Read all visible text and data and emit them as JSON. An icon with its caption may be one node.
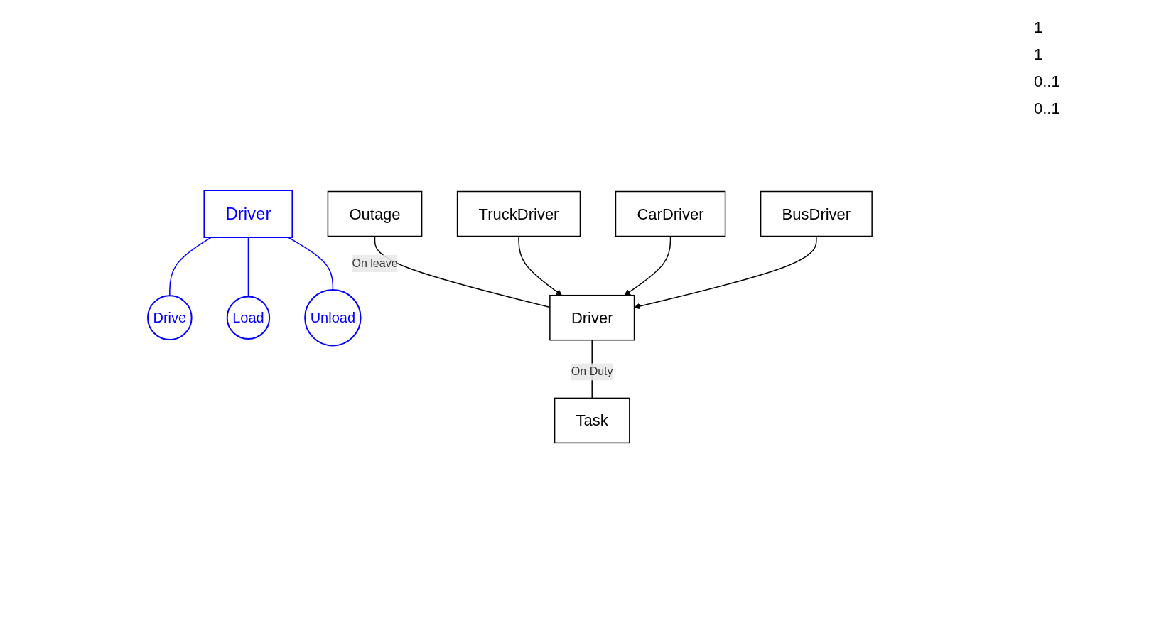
{
  "diagram": {
    "nodes": [
      {
        "text": [
          "Driver"
        ]
      },
      {
        "text": [
          "Drive"
        ]
      },
      {
        "text": [
          "Load"
        ]
      },
      {
        "text": [
          "Unload"
        ]
      },
      {
        "text": [
          "Driver"
        ]
      },
      {
        "text": [
          "Task"
        ]
      },
      {
        "text": [
          "Outage"
        ]
      },
      {
        "text": [
          "TruckDriver"
        ]
      },
      {
        "text": [
          "CarDriver"
        ]
      },
      {
        "text": [
          "BusDriver"
        ]
      }
    ],
    "edges": [
      {
        "from": 0,
        "to": 1,
        "arrow": "none",
        "color": "#0000ff"
      },
      {
        "from": 0,
        "to": 2,
        "arrow": "none",
        "color": "#0000ff"
      },
      {
        "from": 0,
        "to": 3,
        "arrow": "none",
        "color": "#0000ff"
      },
      {
        "from": 6,
        "to": 4,
        "arrow": "none",
        "label": "On leave"
      },
      {
        "from": 4,
        "to": 5,
        "arrow": "none",
        "label": "On Duty"
      },
      {
        "from": 7,
        "to": 4,
        "arrow": "to"
      },
      {
        "from": 8,
        "to": 4,
        "arrow": "to"
      },
      {
        "from": 9,
        "to": 4,
        "arrow": "to"
      }
    ],
    "labels": [
      "1",
      "1",
      "0..1",
      "0..1"
    ]
  }
}
